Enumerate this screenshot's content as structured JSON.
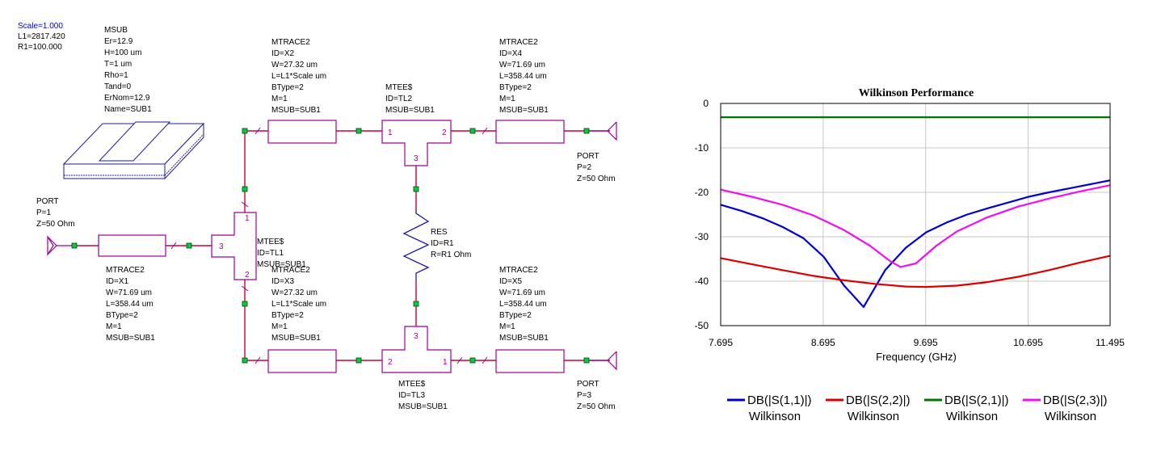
{
  "schematic": {
    "params": [
      "Scale=1.000",
      "L1=2817.420",
      "R1=100.000"
    ],
    "msub": [
      "MSUB",
      "Er=12.9",
      "H=100 um",
      "T=1 um",
      "Rho=1",
      "Tand=0",
      "ErNom=12.9",
      "Name=SUB1"
    ],
    "port1": [
      "PORT",
      "P=1",
      "Z=50 Ohm"
    ],
    "port2": [
      "PORT",
      "P=2",
      "Z=50 Ohm"
    ],
    "port3": [
      "PORT",
      "P=3",
      "Z=50 Ohm"
    ],
    "x1": [
      "MTRACE2",
      "ID=X1",
      "W=71.69 um",
      "L=358.44 um",
      "BType=2",
      "M=1",
      "MSUB=SUB1"
    ],
    "x2": [
      "MTRACE2",
      "ID=X2",
      "W=27.32 um",
      "L=L1*Scale um",
      "BType=2",
      "M=1",
      "MSUB=SUB1"
    ],
    "x3": [
      "MTRACE2",
      "ID=X3",
      "W=27.32 um",
      "L=L1*Scale um",
      "BType=2",
      "M=1",
      "MSUB=SUB1"
    ],
    "x4": [
      "MTRACE2",
      "ID=X4",
      "W=71.69 um",
      "L=358.44 um",
      "BType=2",
      "M=1",
      "MSUB=SUB1"
    ],
    "x5": [
      "MTRACE2",
      "ID=X5",
      "W=71.69 um",
      "L=358.44 um",
      "BType=2",
      "M=1",
      "MSUB=SUB1"
    ],
    "tl1": [
      "MTEE$",
      "ID=TL1",
      "MSUB=SUB1"
    ],
    "tl2": [
      "MTEE$",
      "ID=TL2",
      "MSUB=SUB1"
    ],
    "tl3": [
      "MTEE$",
      "ID=TL3",
      "MSUB=SUB1"
    ],
    "res": [
      "RES",
      "ID=R1",
      "R=R1 Ohm"
    ],
    "pins": {
      "p1": "1",
      "p2": "2",
      "p3": "3"
    }
  },
  "chart_data": {
    "type": "line",
    "title": "Wilkinson Performance",
    "xlabel": "Frequency (GHz)",
    "ylabel": "",
    "xlim": [
      7.695,
      11.495
    ],
    "ylim": [
      -50,
      0
    ],
    "xticks": [
      "7.695",
      "8.695",
      "9.695",
      "10.695",
      "11.495"
    ],
    "xtick_values": [
      7.695,
      8.695,
      9.695,
      10.695,
      11.495
    ],
    "yticks": [
      "0",
      "-10",
      "-20",
      "-30",
      "-40",
      "-50"
    ],
    "ytick_values": [
      0,
      -10,
      -20,
      -30,
      -40,
      -50
    ],
    "grid": true,
    "legend_position": "bottom",
    "series": [
      {
        "name": "DB(|S(1,1)|)",
        "source": "Wilkinson",
        "color": "#0000cc",
        "x": [
          7.695,
          7.9,
          8.1,
          8.3,
          8.5,
          8.7,
          8.9,
          9.09,
          9.3,
          9.5,
          9.7,
          9.9,
          10.1,
          10.3,
          10.5,
          10.7,
          10.9,
          11.1,
          11.3,
          11.495
        ],
        "y": [
          -22.8,
          -24.2,
          -25.8,
          -27.8,
          -30.3,
          -34.5,
          -41.0,
          -45.8,
          -37.5,
          -32.5,
          -29.0,
          -26.8,
          -25.0,
          -23.6,
          -22.3,
          -21.0,
          -20.0,
          -19.1,
          -18.2,
          -17.3
        ]
      },
      {
        "name": "DB(|S(2,2)|)",
        "source": "Wilkinson",
        "color": "#dd0000",
        "x": [
          7.695,
          8.0,
          8.3,
          8.6,
          8.9,
          9.2,
          9.5,
          9.7,
          10.0,
          10.3,
          10.6,
          10.9,
          11.2,
          11.495
        ],
        "y": [
          -34.8,
          -36.2,
          -37.5,
          -38.8,
          -39.8,
          -40.6,
          -41.2,
          -41.3,
          -41.0,
          -40.2,
          -39.0,
          -37.5,
          -35.8,
          -34.3
        ]
      },
      {
        "name": "DB(|S(2,1)|)",
        "source": "Wilkinson",
        "color": "#007700",
        "x": [
          7.695,
          11.495
        ],
        "y": [
          -3.1,
          -3.1
        ]
      },
      {
        "name": "DB(|S(2,3)|)",
        "source": "Wilkinson",
        "color": "#ee11ee",
        "x": [
          7.695,
          8.0,
          8.3,
          8.6,
          8.9,
          9.15,
          9.35,
          9.45,
          9.6,
          9.8,
          10.0,
          10.3,
          10.6,
          10.9,
          11.2,
          11.495
        ],
        "y": [
          -19.4,
          -21.0,
          -22.8,
          -25.2,
          -28.5,
          -32.0,
          -35.5,
          -36.8,
          -36.0,
          -32.0,
          -28.8,
          -25.6,
          -23.2,
          -21.4,
          -19.8,
          -18.4
        ]
      }
    ]
  }
}
